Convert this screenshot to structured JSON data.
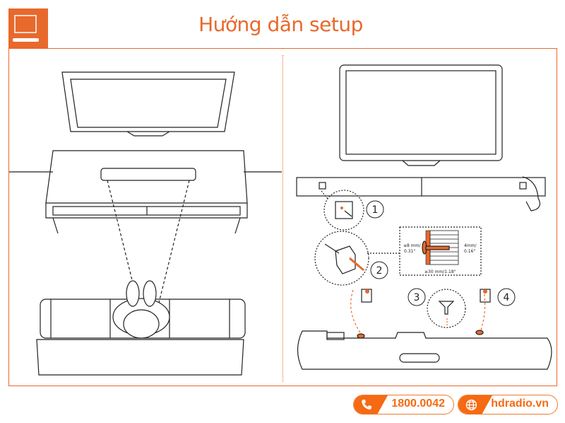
{
  "header": {
    "title": "Hướng dẫn setup",
    "logo_icon": "monitor-icon"
  },
  "colors": {
    "accent": "#e8692c",
    "button": "#f56a12",
    "line": "#222222"
  },
  "diagram": {
    "steps": [
      "1",
      "2",
      "3",
      "4"
    ],
    "screw_spec": {
      "head_diameter": "≤8 mm/",
      "head_diameter_in": "0.31\"",
      "shaft_diameter": "4mm/",
      "shaft_diameter_in": "0.16\"",
      "length": "≥30 mm/1.18\""
    }
  },
  "footer": {
    "phone": {
      "icon": "phone-icon",
      "label": "1800.0042"
    },
    "website": {
      "icon": "globe-icon",
      "label": "hdradio.vn"
    }
  }
}
